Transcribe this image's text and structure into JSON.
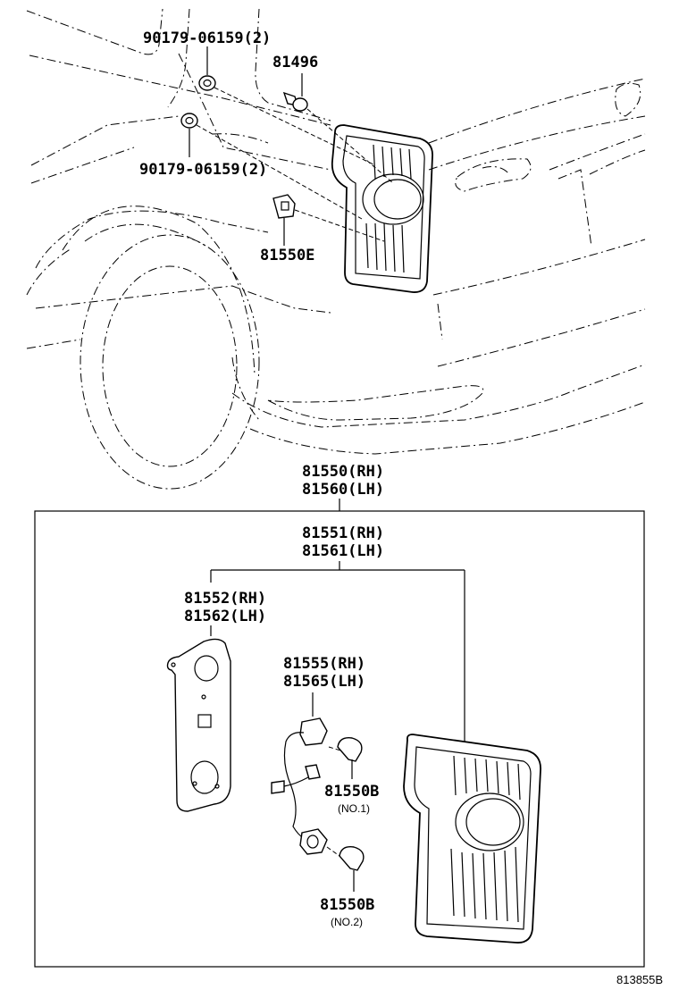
{
  "labels": {
    "clip_upper": "90179-06159(2)",
    "clip_lower": "90179-06159(2)",
    "screw": "81496",
    "socket_top": "81550E",
    "assembly_rh": "81550(RH)",
    "assembly_lh": "81560(LH)",
    "lens_rh": "81551(RH)",
    "lens_lh": "81561(LH)",
    "gasket_rh": "81552(RH)",
    "gasket_lh": "81562(LH)",
    "socket_rh": "81555(RH)",
    "socket_lh": "81565(LH)",
    "bulb1": "81550B",
    "bulb1_note": "(NO.1)",
    "bulb2": "81550B",
    "bulb2_note": "(NO.2)",
    "drawing_code": "813855B"
  }
}
